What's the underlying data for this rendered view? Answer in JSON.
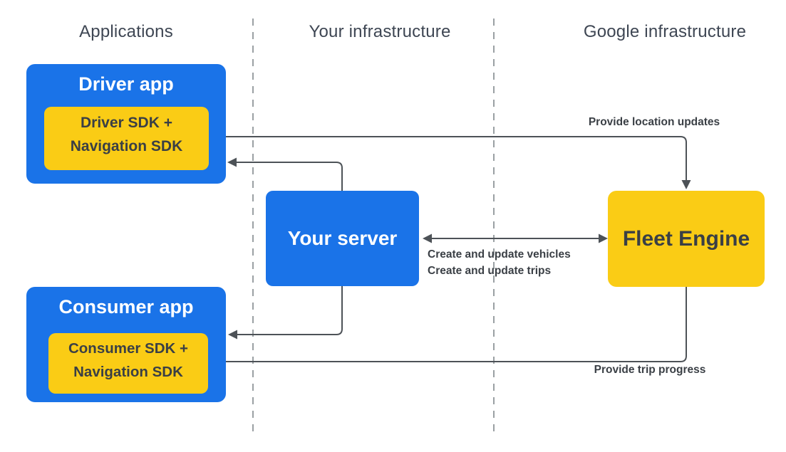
{
  "columns": [
    {
      "title": "Applications"
    },
    {
      "title": "Your infrastructure"
    },
    {
      "title": "Google infrastructure"
    }
  ],
  "nodes": {
    "driver_app": {
      "title": "Driver app",
      "sdk_line1": "Driver SDK +",
      "sdk_line2": "Navigation SDK"
    },
    "consumer_app": {
      "title": "Consumer app",
      "sdk_line1": "Consumer SDK +",
      "sdk_line2": "Navigation SDK"
    },
    "your_server": {
      "title": "Your server"
    },
    "fleet_engine": {
      "title": "Fleet Engine"
    }
  },
  "edges": {
    "provide_location_updates": {
      "label": "Provide location updates",
      "from": "Driver SDK + Navigation SDK",
      "to": "Fleet Engine"
    },
    "server_to_driver_app": {
      "from": "Your server",
      "to": "Driver app"
    },
    "server_fleet_bidirectional": {
      "label_line1": "Create and update vehicles",
      "label_line2": "Create and update trips",
      "from": "Your server",
      "to": "Fleet Engine",
      "bidirectional": true
    },
    "server_to_consumer_app": {
      "from": "Your server",
      "to": "Consumer app"
    },
    "provide_trip_progress": {
      "label": "Provide trip progress",
      "from": "Fleet Engine",
      "to": "Consumer SDK + Navigation SDK"
    }
  },
  "colors": {
    "node_blue": "#1A73E8",
    "node_yellow": "#FACC15",
    "text_on_blue": "#FFFFFF",
    "text_dark": "#3A3F45",
    "heading_gray": "#3E4653",
    "connector_gray": "#4D5257",
    "divider_gray": "#9AA0A3"
  }
}
